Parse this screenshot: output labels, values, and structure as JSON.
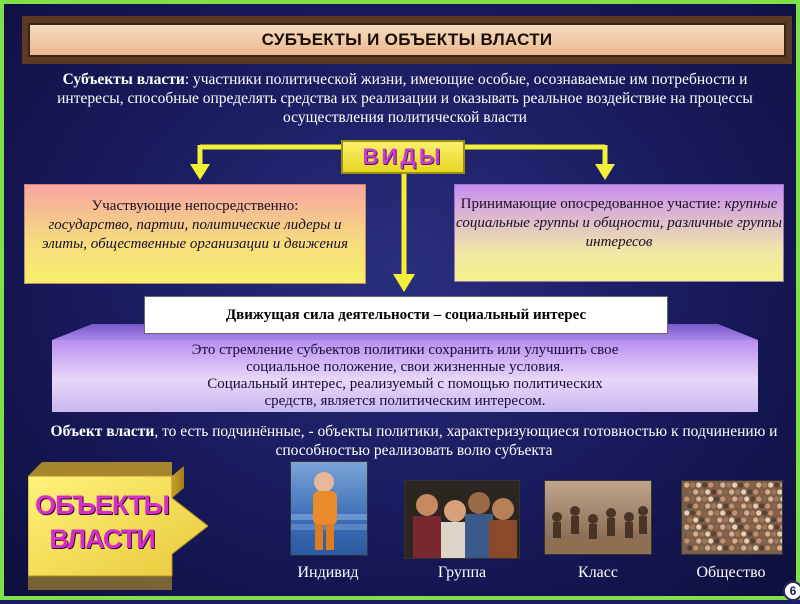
{
  "title": "СУБЪЕКТЫ И ОБЪЕКТЫ ВЛАСТИ",
  "definition": {
    "term": "Субъекты власти",
    "text": ": участники политической жизни, имеющие особые, осознаваемые им потребности и интересы, способные определять средства их реализации и оказывать реальное воздействие на процессы осуществления политической власти"
  },
  "vidy_label": "ВИДЫ",
  "left_box": {
    "heading": "Участвующие непосредственно:",
    "items": "государство, партии, политические лидеры и элиты, общественные организации и движения"
  },
  "right_box": {
    "heading": "Принимающие опосредованное участие:",
    "items": "крупные социальные группы и общности, различные группы интересов"
  },
  "driving_force": "Движущая сила деятельности – социальный интерес",
  "interest_text": {
    "line1": "Это стремление субъектов политики сохранить или улучшить свое",
    "line2": "социальное положение, свои жизненные условия.",
    "line3": "Социальный интерес, реализуемый с помощью политических",
    "line4": "средств, является политическим интересом."
  },
  "object_definition": {
    "term": "Объект власти",
    "text": ", то есть подчинённые, - объекты политики, характеризующиеся готовностью к подчинению и способностью реализовать волю субъекта"
  },
  "objects_block": {
    "line1": "ОБЪЕКТЫ",
    "line2": "ВЛАСТИ"
  },
  "objects": [
    {
      "caption": "Индивид"
    },
    {
      "caption": "Группа"
    },
    {
      "caption": "Класс"
    },
    {
      "caption": "Общество"
    }
  ],
  "page_number": "6",
  "colors": {
    "background": "#1b1d63",
    "frame": "#7fe04a",
    "arrow": "#f4f03a",
    "objects_text": "#d62fc9"
  }
}
